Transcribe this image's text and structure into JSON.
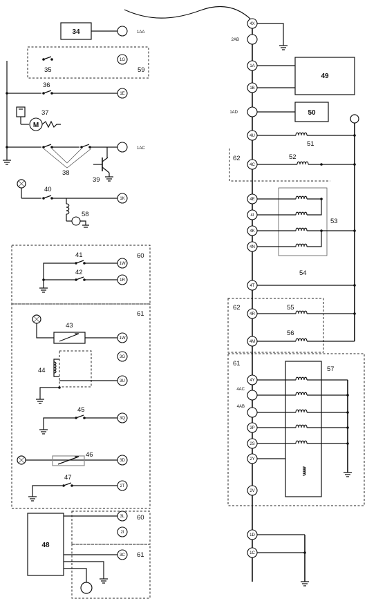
{
  "components": {
    "c34": "34",
    "c35": "35",
    "c36": "36",
    "c37": "37",
    "c38": "38",
    "c39": "39",
    "c40": "40",
    "c41": "41",
    "c42": "42",
    "c43": "43",
    "c44": "44",
    "c45": "45",
    "c46": "46",
    "c47": "47",
    "c48": "48",
    "c49": "49",
    "c50": "50",
    "c51": "51",
    "c52": "52",
    "c53": "53",
    "c54": "54",
    "c55": "55",
    "c56": "56",
    "c57": "57",
    "c58": "58",
    "c59": "59",
    "c60": "60",
    "c61": "61",
    "c62": "62"
  },
  "connectors": {
    "c1AA": "1AA",
    "c1G": "1G",
    "c1E": "1E",
    "c1AC": "1AC",
    "c1K": "1K",
    "c1W": "1W",
    "c1R": "1R",
    "c3G": "3G",
    "c3U": "3U",
    "c3Q": "3Q",
    "c3D": "3D",
    "c2T": "2T",
    "c3L": "3L",
    "c2I": "2I",
    "c3C": "3C",
    "c4X": "4X",
    "c2AB": "2AB",
    "c1A": "1A",
    "c1B": "1B",
    "c1AD": "1AD",
    "c4U": "4U",
    "c4C": "4C",
    "c4E": "4E",
    "c4I": "4I",
    "c4K": "4K",
    "c4N": "4N",
    "c4T": "4T",
    "c4R": "4R",
    "c4M": "4M",
    "c4Y": "4Y",
    "c4AC": "4AC",
    "c4AB": "4AB",
    "c3P": "3P",
    "c2S": "2S",
    "c2Y": "2Y",
    "c2V": "2V",
    "c1D": "1D",
    "c1C": "1C"
  },
  "symbols": {
    "motor": "M"
  },
  "colors": {
    "line": "#111111",
    "background": "#ffffff"
  }
}
